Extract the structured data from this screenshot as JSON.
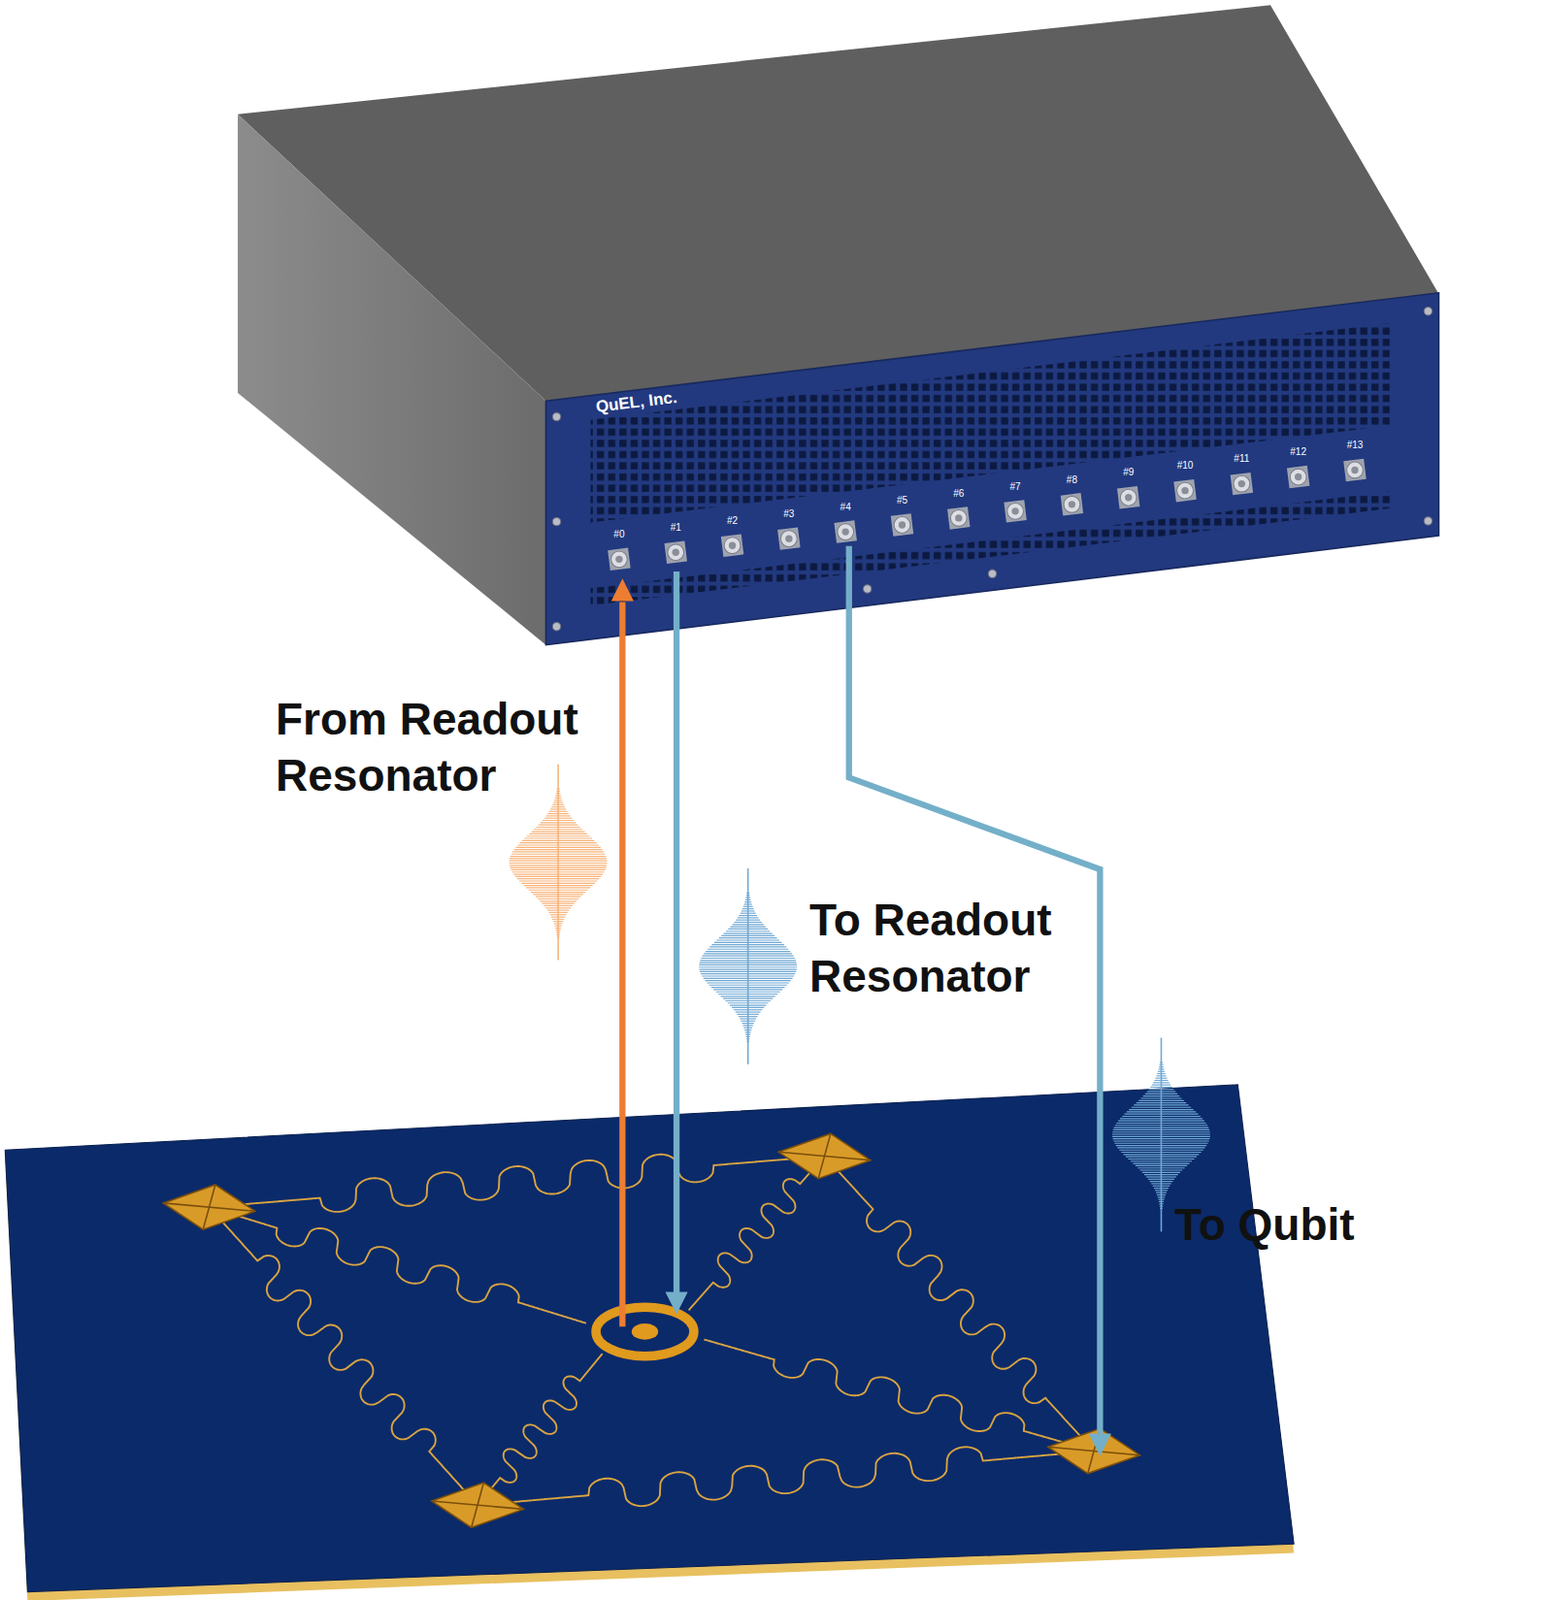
{
  "diagram": {
    "nodes": [
      {
        "text": [
          "QuEL, Inc."
        ]
      }
    ],
    "labels": [
      "#0",
      "#1",
      "#2",
      "#3",
      "#4",
      "#5",
      "#6",
      "#7",
      "#8",
      "#9",
      "#10",
      "#11",
      "#12",
      "#13",
      "From Readout Resonator",
      "To Readout Resonator",
      "To Qubit"
    ]
  }
}
